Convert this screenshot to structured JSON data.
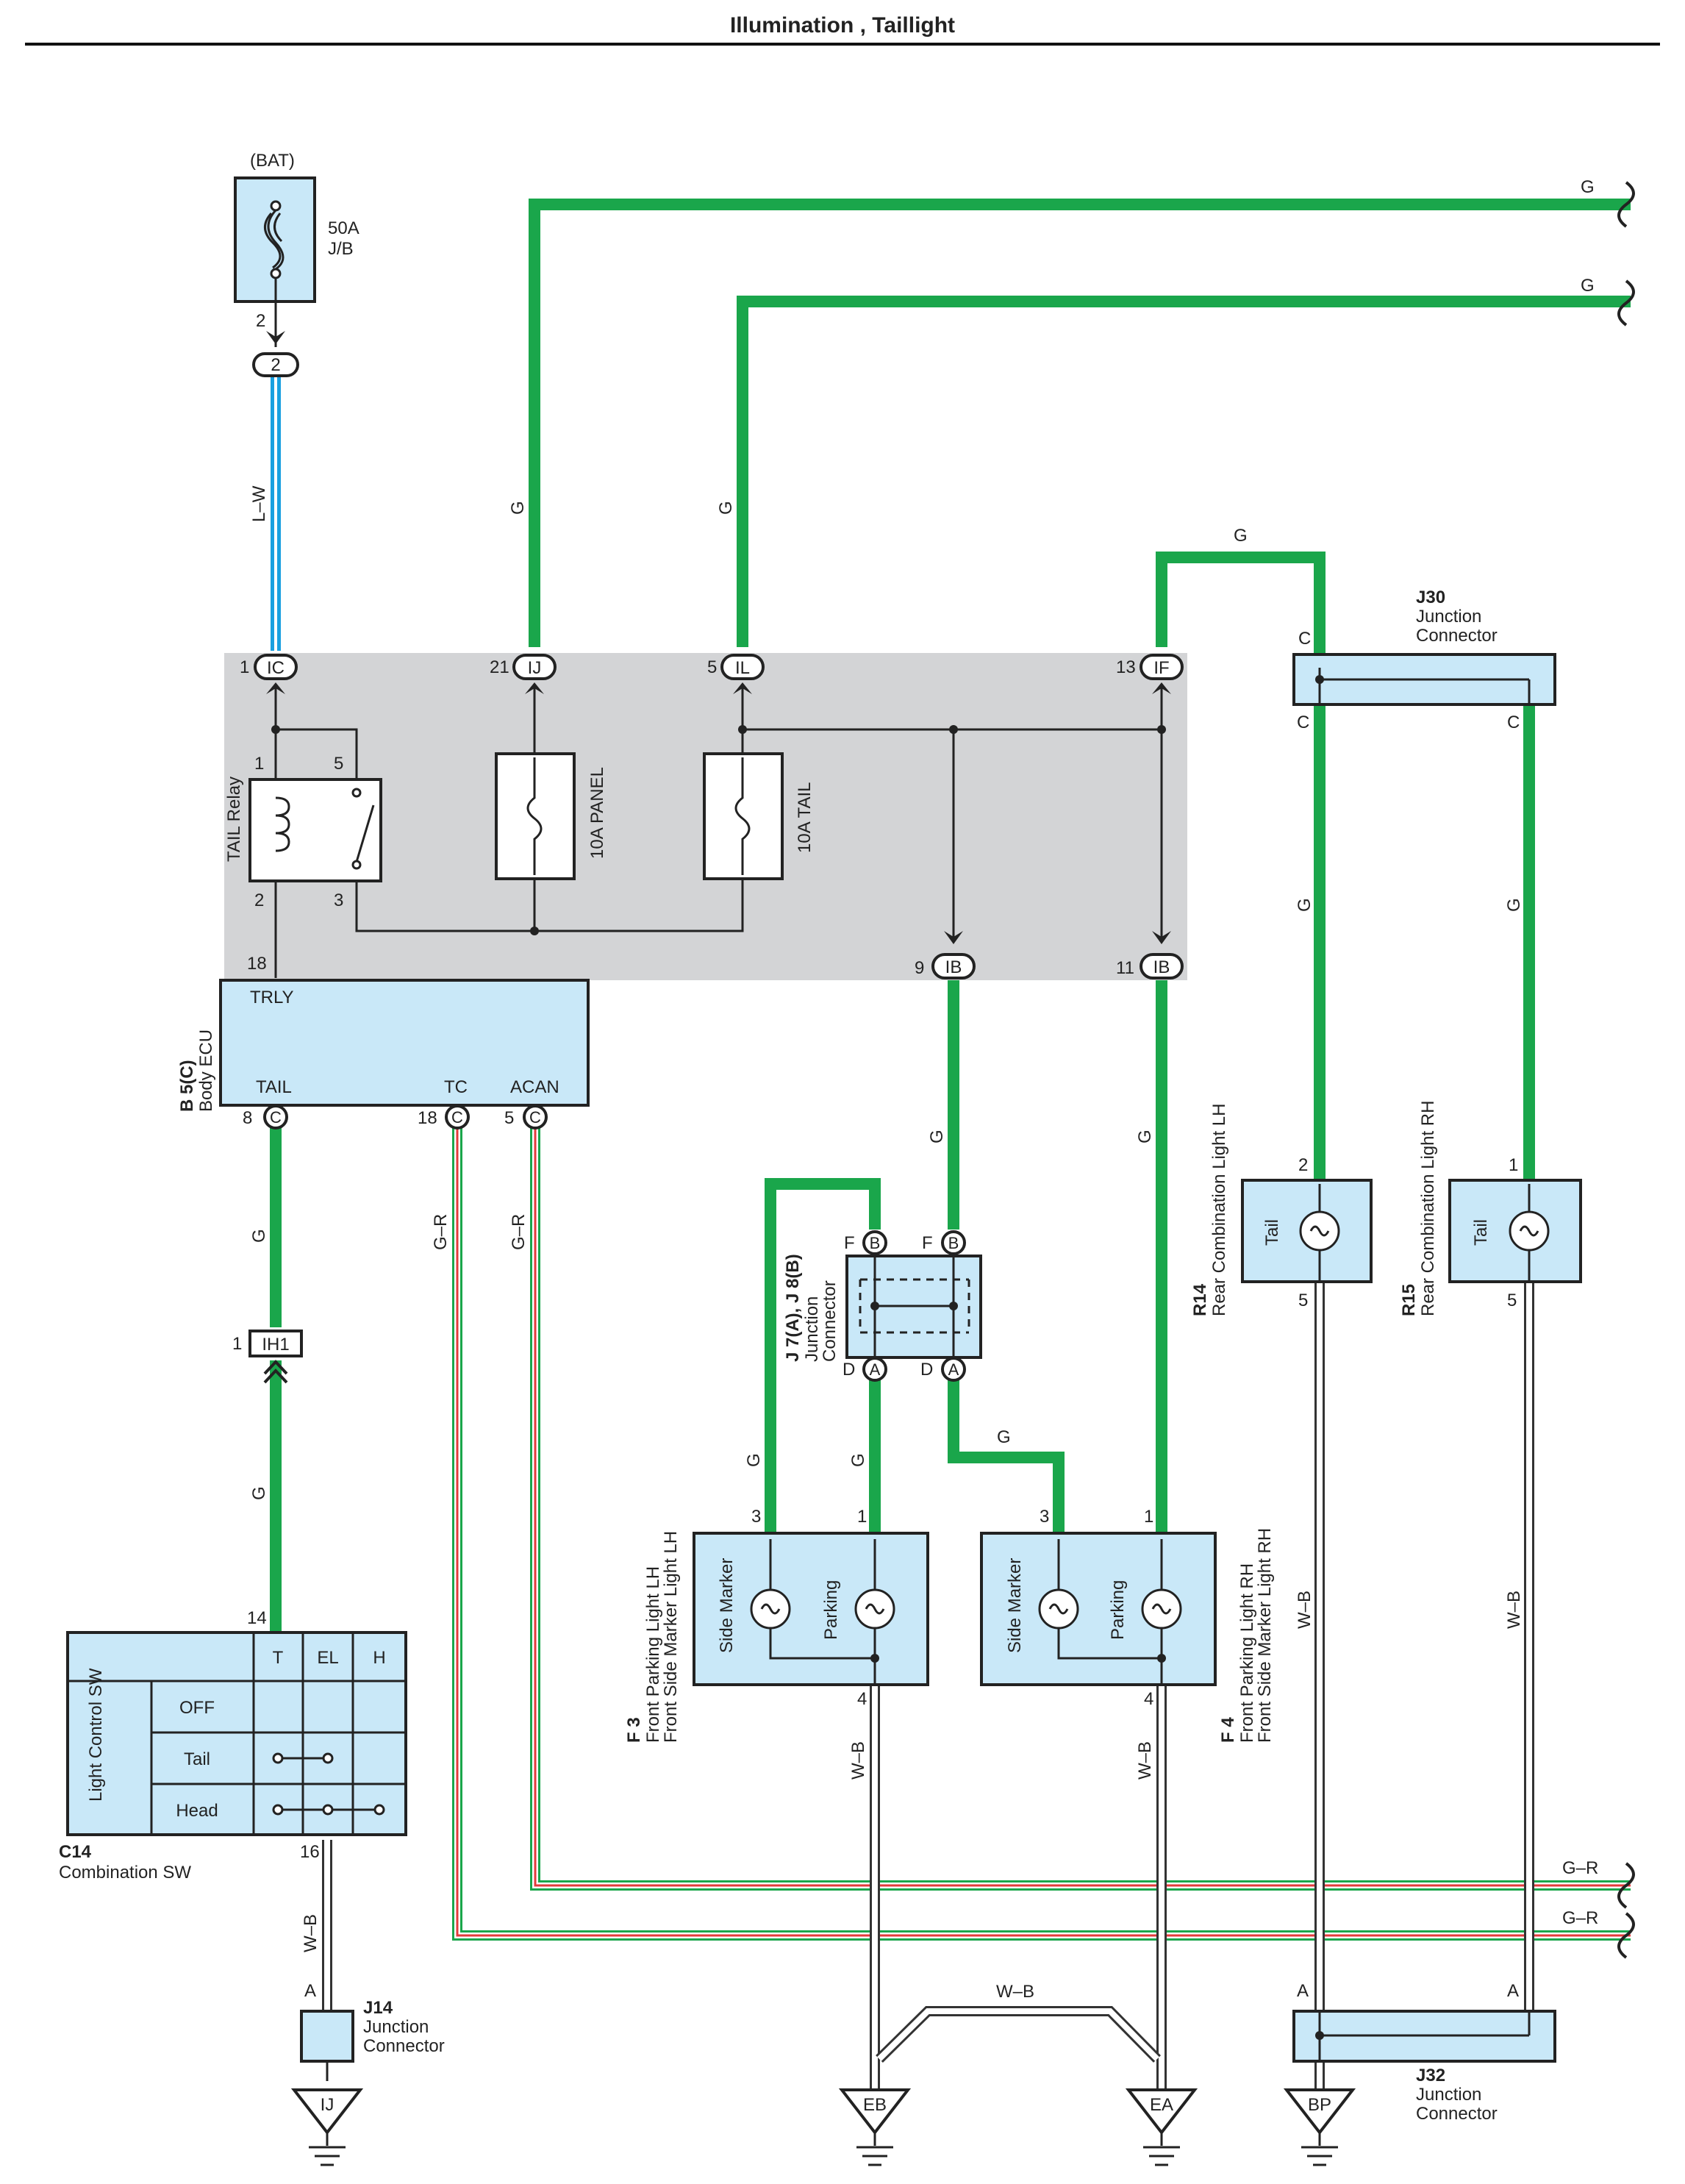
{
  "title": "Illumination , Taillight",
  "battery": {
    "source": "(BAT)",
    "fuse": "50A",
    "block": "J/B",
    "pin": "2",
    "connector": "2"
  },
  "wire_colors": {
    "g": "G",
    "lw": "L–W",
    "wb": "W–B",
    "gr": "G–R",
    "green": "#1aa64b",
    "light_blue": "#1aa0e0",
    "red": "#e23b3b"
  },
  "relay_block": {
    "connectors": [
      {
        "pin": "1",
        "code": "IC"
      },
      {
        "pin": "21",
        "code": "IJ"
      },
      {
        "pin": "5",
        "code": "IL"
      },
      {
        "pin": "13",
        "code": "IF"
      },
      {
        "pin": "9",
        "code": "IB"
      },
      {
        "pin": "11",
        "code": "IB"
      }
    ],
    "relay_label": "TAIL Relay",
    "relay_pins": [
      "1",
      "5",
      "2",
      "3"
    ],
    "fuse_panel": "10A PANEL",
    "fuse_tail": "10A TAIL",
    "pin_18": "18"
  },
  "body_ecu": {
    "id": "B 5(C)",
    "name": "Body ECU",
    "trly": "TRLY",
    "tail": "TAIL",
    "tc": "TC",
    "acan": "ACAN",
    "pins": [
      {
        "pin": "8",
        "code": "C"
      },
      {
        "pin": "18",
        "code": "C"
      },
      {
        "pin": "5",
        "code": "C"
      }
    ]
  },
  "ih1": {
    "pin": "1",
    "code": "IH1"
  },
  "combination_sw": {
    "id": "C14",
    "name": "Combination SW",
    "pin_top": "14",
    "pin_bottom": "16",
    "label": "Light Control SW",
    "cols": [
      "T",
      "EL",
      "H"
    ],
    "rows": [
      "OFF",
      "Tail",
      "Head"
    ]
  },
  "j14": {
    "id": "J14",
    "name1": "Junction",
    "name2": "Connector",
    "pin": "A",
    "ground": "IJ"
  },
  "j30": {
    "id": "J30",
    "name1": "Junction",
    "name2": "Connector",
    "pin": "C"
  },
  "j32": {
    "id": "J32",
    "name1": "Junction",
    "name2": "Connector",
    "pin": "A"
  },
  "j7j8": {
    "id": "J 7(A), J 8(B)",
    "name1": "Junction",
    "name2": "Connector",
    "top": [
      "F",
      "B"
    ],
    "bottom": [
      "D",
      "A"
    ]
  },
  "f3": {
    "id": "F 3",
    "name1": "Front Parking Light LH",
    "name2": "Front Side Marker Light LH",
    "lamp1": "Side Marker",
    "lamp2": "Parking",
    "pins": [
      "3",
      "1",
      "4"
    ]
  },
  "f4": {
    "id": "F 4",
    "name1": "Front Parking Light RH",
    "name2": "Front Side Marker Light RH",
    "lamp1": "Side Marker",
    "lamp2": "Parking",
    "pins": [
      "3",
      "1",
      "4"
    ]
  },
  "r14": {
    "id": "R14",
    "name": "Rear Combination Light LH",
    "lamp": "Tail",
    "pins": [
      "2",
      "5"
    ]
  },
  "r15": {
    "id": "R15",
    "name": "Rear Combination Light RH",
    "lamp": "Tail",
    "pins": [
      "1",
      "5"
    ]
  },
  "grounds": [
    "IJ",
    "EB",
    "EA",
    "BP"
  ]
}
